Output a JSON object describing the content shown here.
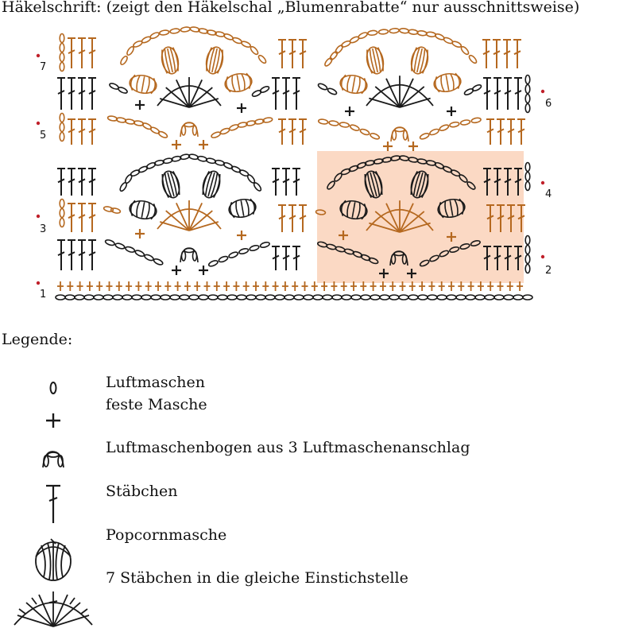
{
  "title": "Häkelschrift: (zeigt den Häkelschal „Blumenrabatte“ nur ausschnittsweise)",
  "row_numbers": [
    "1",
    "2",
    "3",
    "4",
    "5",
    "6",
    "7"
  ],
  "legend_title": "Legende:",
  "legend": [
    {
      "icon": "chain-stitch-icon",
      "label": "Luftmaschen"
    },
    {
      "icon": "single-crochet-icon",
      "label": "feste Masche"
    },
    {
      "icon": "chain-arch-icon",
      "label": "Luftmaschenbogen aus 3 Luftmaschenanschlag"
    },
    {
      "icon": "double-crochet-icon",
      "label": "Stäbchen"
    },
    {
      "icon": "popcorn-stitch-icon",
      "label": "Popcornmasche"
    },
    {
      "icon": "seven-dc-fan-icon",
      "label": "7 Stäbchen in die gleiche Einstichstelle"
    }
  ],
  "colors": {
    "brown": "#b5681f",
    "black": "#1a1a1a",
    "highlight": "#fbd9c4",
    "marker": "#c0202a"
  }
}
